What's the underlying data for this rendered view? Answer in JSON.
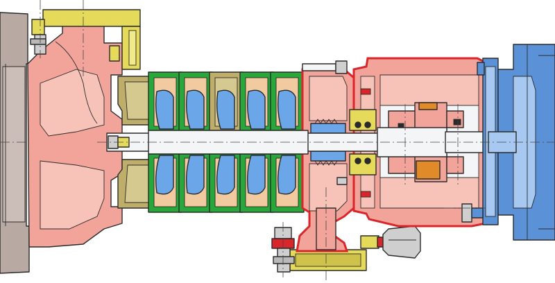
{
  "colors": {
    "background": "#ffffff",
    "flange_grey": "#b9a9a3",
    "casing_pink": "#f3a49a",
    "casing_light": "#f7c3b8",
    "outline_red": "#d8262a",
    "diffuser_green": "#28a83a",
    "impeller_blue": "#6aa6e8",
    "impeller_blue_light": "#b7d4f5",
    "stage_orange": "#d98f55",
    "stage_light": "#f2caa0",
    "suction_olive": "#bfae6a",
    "bolt_yellow": "#e5da5a",
    "shaft_white": "#f3f5f7",
    "motor_blue": "#5b91d6",
    "motor_light": "#a7c8f0",
    "coupling_orange": "#e08a2a",
    "plug_grey": "#cfcfcf"
  },
  "parts": {
    "suction_flange": "flange",
    "suction_casing": "suction-casing",
    "stage_count": 5,
    "discharge_casing": "discharge-casing",
    "bearing_bracket": "bearing-bracket",
    "coupling": "coupling",
    "motor": "motor"
  }
}
